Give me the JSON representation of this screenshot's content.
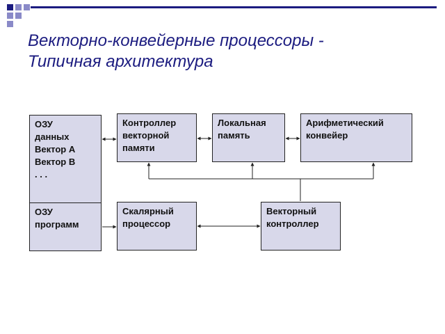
{
  "slide": {
    "title_lines": [
      "Векторно-конвейерные процессоры -",
      "Типичная архитектура"
    ],
    "colors": {
      "title": "#1c1c80",
      "deco_dark": "#1c1c80",
      "deco_light": "#8a8ac8",
      "box_fill": "#d8d8ea",
      "box_border": "#222222",
      "connector": "#222222"
    }
  },
  "diagram": {
    "nodes": [
      {
        "id": "ozu-data",
        "lines": [
          "ОЗУ",
          "данных",
          "Вектор А",
          "Вектор В",
          ". . ."
        ]
      },
      {
        "id": "ozu-program",
        "lines": [
          "ОЗУ",
          "программ"
        ]
      },
      {
        "id": "vector-memory-controller",
        "lines": [
          "Контроллер",
          "векторной",
          "памяти"
        ]
      },
      {
        "id": "local-memory",
        "lines": [
          "Локальная",
          "память"
        ]
      },
      {
        "id": "arithmetic-pipeline",
        "lines": [
          "Арифметический",
          "конвейер"
        ]
      },
      {
        "id": "scalar-processor",
        "lines": [
          "Скалярный",
          "процессор"
        ]
      },
      {
        "id": "vector-controller",
        "lines": [
          "Векторный",
          "контроллер"
        ]
      }
    ],
    "edges": [
      {
        "from": "ozu-data",
        "to": "vector-memory-controller",
        "arrows": "both"
      },
      {
        "from": "vector-memory-controller",
        "to": "local-memory",
        "arrows": "both"
      },
      {
        "from": "local-memory",
        "to": "arithmetic-pipeline",
        "arrows": "both"
      },
      {
        "from": "ozu-program",
        "to": "scalar-processor",
        "arrows": "end"
      },
      {
        "from": "scalar-processor",
        "to": "vector-controller",
        "arrows": "both"
      },
      {
        "from": "vector-controller",
        "to": "vector-memory-controller",
        "arrows": "end",
        "via": "bus"
      },
      {
        "from": "vector-controller",
        "to": "local-memory",
        "arrows": "end",
        "via": "bus"
      },
      {
        "from": "vector-controller",
        "to": "arithmetic-pipeline",
        "arrows": "end",
        "via": "bus"
      }
    ]
  }
}
